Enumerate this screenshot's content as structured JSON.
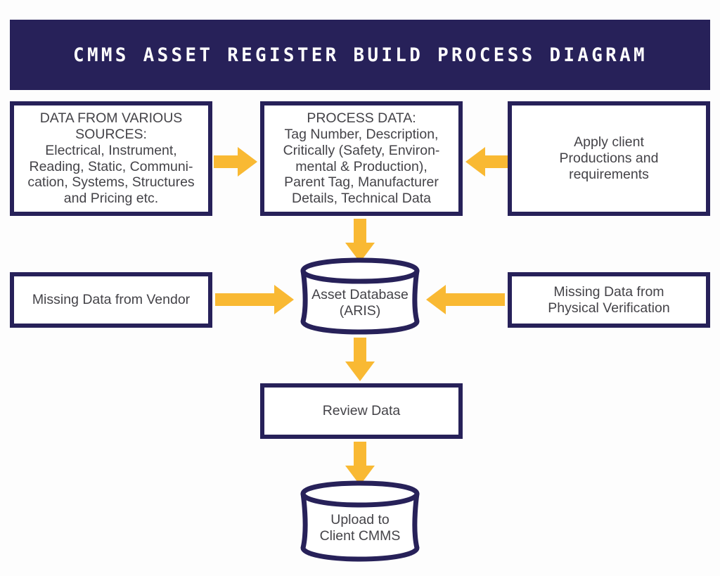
{
  "page": {
    "background_color": "#fdfdfd",
    "navy": "#272159",
    "amber": "#f9b933",
    "text_color": "#444348"
  },
  "header": {
    "title": "CMMS ASSET REGISTER BUILD PROCESS DIAGRAM"
  },
  "nodes": {
    "sources": {
      "id": "data-from-various-sources",
      "shape": "rectangle",
      "text": "DATA FROM VARIOUS\nSOURCES:\nElectrical, Instrument,\nReading, Static, Communi-\ncation, Systems, Structures\nand Pricing etc."
    },
    "process": {
      "id": "process-data",
      "shape": "rectangle",
      "text": "PROCESS DATA:\nTag Number, Description,\nCritically (Safety, Environ-\nmental & Production),\nParent Tag, Manufacturer\nDetails, Technical Data"
    },
    "apply": {
      "id": "apply-client-productions",
      "shape": "rectangle",
      "text": "Apply client\nProductions and\nrequirements"
    },
    "vendor": {
      "id": "missing-data-from-vendor",
      "shape": "rectangle",
      "text": "Missing Data from Vendor"
    },
    "physical": {
      "id": "missing-data-from-physical-verification",
      "shape": "rectangle",
      "text": "Missing Data from\nPhysical Verification"
    },
    "asset_db": {
      "id": "asset-database-aris",
      "shape": "cylinder",
      "text": "Asset Database\n(ARIS)"
    },
    "review": {
      "id": "review-data",
      "shape": "rectangle",
      "text": "Review Data"
    },
    "upload": {
      "id": "upload-to-client-cmms",
      "shape": "cylinder",
      "text": "Upload to\nClient CMMS"
    }
  },
  "connectors": [
    {
      "id": "sources-to-process",
      "from": "sources",
      "to": "process",
      "direction": "right",
      "style": "block-arrow",
      "color": "#f9b933"
    },
    {
      "id": "apply-to-process",
      "from": "apply",
      "to": "process",
      "direction": "left",
      "style": "block-arrow",
      "color": "#f9b933"
    },
    {
      "id": "process-to-asset-db",
      "from": "process",
      "to": "asset_db",
      "direction": "down",
      "style": "block-arrow",
      "color": "#f9b933"
    },
    {
      "id": "vendor-to-asset-db",
      "from": "vendor",
      "to": "asset_db",
      "direction": "right",
      "style": "block-arrow",
      "color": "#f9b933"
    },
    {
      "id": "physical-to-asset-db",
      "from": "physical",
      "to": "asset_db",
      "direction": "left",
      "style": "block-arrow",
      "color": "#f9b933"
    },
    {
      "id": "asset-db-to-review",
      "from": "asset_db",
      "to": "review",
      "direction": "down",
      "style": "block-arrow",
      "color": "#f9b933"
    },
    {
      "id": "review-to-upload",
      "from": "review",
      "to": "upload",
      "direction": "down",
      "style": "block-arrow",
      "color": "#f9b933"
    }
  ]
}
